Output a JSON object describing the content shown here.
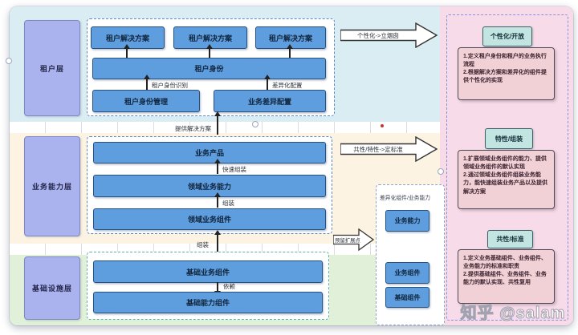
{
  "colors": {
    "band_tenant": "#d9edf2",
    "band_business": "#fcf3e2",
    "band_infra": "#e0f0d9",
    "panel_right": "#f7dbe8",
    "box_blue": "#5f9ede",
    "label_purple": "#aab3ee",
    "header_teal": "#c3e5e1",
    "body_pink": "#f2d1d6"
  },
  "layers": {
    "tenant": {
      "label": "租户层",
      "solutions": [
        "租户解决方案",
        "租户解决方案",
        "租户解决方案"
      ],
      "identity": "租户身份",
      "identity_mgmt": "租户身份管理",
      "biz_diff_config": "业务差异配置",
      "arrow_identity": "租户身份识别",
      "arrow_diff": "差异化配置"
    },
    "business": {
      "label": "业务能力层",
      "product": "业务产品",
      "domain_capability": "领域业务能力",
      "domain_component": "领域业务组件",
      "arrow_provide": "提供解决方案",
      "arrow_fast_assemble": "快速组装",
      "arrow_assemble": "组装",
      "arrow_assemble_bottom": "组装"
    },
    "infra": {
      "label": "基础设施层",
      "base_biz_component": "基础业务组件",
      "base_capability_component": "基础能力组件",
      "arrow_depend": "依赖"
    }
  },
  "extension_panel": {
    "title": "差异化组件/业务能力",
    "items": [
      "业务能力",
      "业务组件",
      "基础组件"
    ],
    "arrow_label": "预留扩展点"
  },
  "flow_arrows": {
    "top": "个性化->立烟囱",
    "middle": "共性/特性->定标准"
  },
  "right_panel": {
    "sections": [
      {
        "header": "个性化/开放",
        "body": "1.定义租户身份和租户的业务执行流程\n2.根据解决方案和差异化的组件提供个性化的实现"
      },
      {
        "header": "特性/组装",
        "body": "1.扩展领域业务组件的能力、提供领域业务组件的默认实现\n2.通过领域业务组件组装业务能力，能快速组装业务产品以及提供解决方案"
      },
      {
        "header": "共性/标准",
        "body": "1.定义业务基础组件、业务组件、业务能力的标准和职责\n2.提供基础组件、业务组件、业务能力的默认实现、共性复用"
      }
    ]
  },
  "watermark": "知乎 @salam"
}
